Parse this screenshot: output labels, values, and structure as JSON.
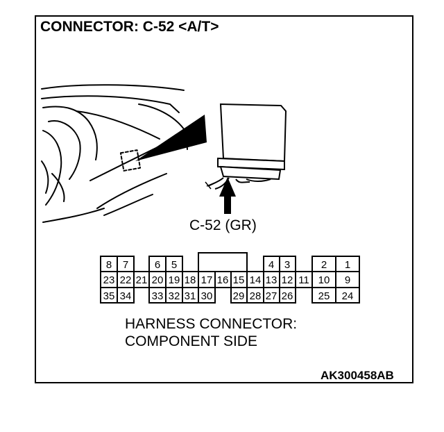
{
  "title": "CONNECTOR: C-52 <A/T>",
  "connector_label": "C-52 (GR)",
  "caption": {
    "line1": "HARNESS CONNECTOR:",
    "line2": "COMPONENT SIDE"
  },
  "figure_code": "AK300458AB",
  "pins": {
    "row1": [
      "8",
      "7",
      "6",
      "5",
      "4",
      "3",
      "2",
      "1"
    ],
    "row2": [
      "23",
      "22",
      "21",
      "20",
      "19",
      "18",
      "17",
      "16",
      "15",
      "14",
      "13",
      "12",
      "11",
      "10",
      "9"
    ],
    "row3": [
      "35",
      "34",
      "33",
      "32",
      "31",
      "30",
      "29",
      "28",
      "27",
      "26",
      "25",
      "24"
    ]
  }
}
